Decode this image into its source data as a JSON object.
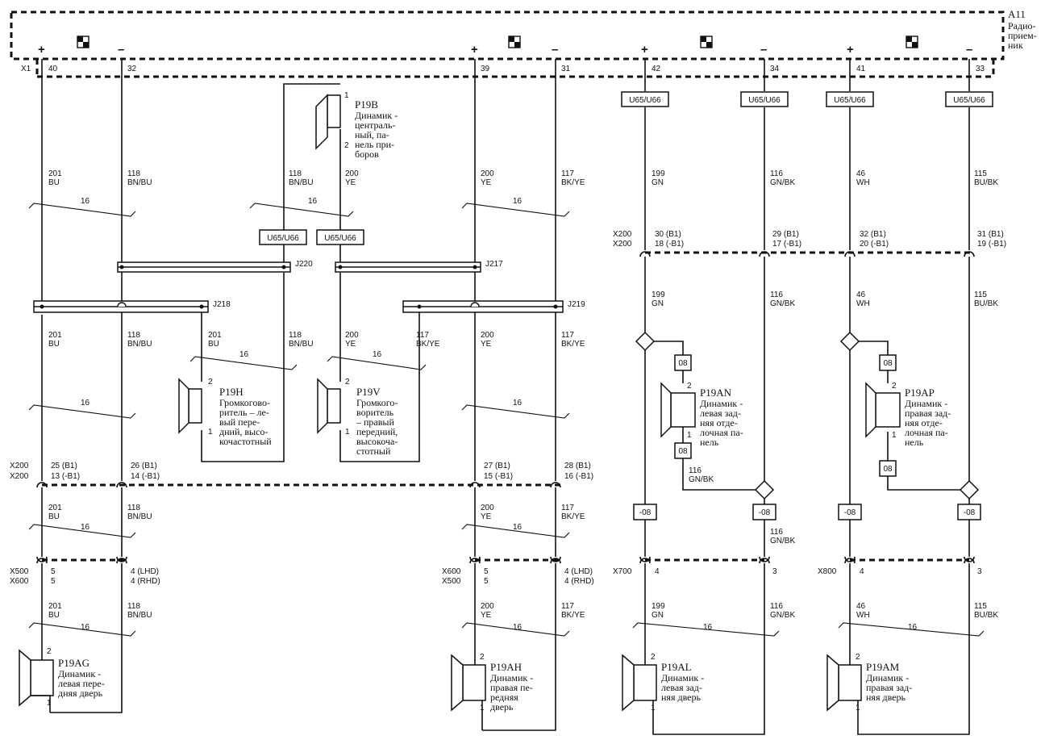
{
  "module": {
    "ref": "A11",
    "name_lines": [
      "Радио-",
      "прием-",
      "ник"
    ],
    "connector": "X1"
  },
  "outputs": [
    {
      "plus": "+",
      "minus": "–",
      "plus_pin": "40",
      "minus_pin": "32"
    },
    {
      "plus": "+",
      "minus": "–",
      "plus_pin": "39",
      "minus_pin": "31"
    },
    {
      "plus": "+",
      "minus": "–",
      "plus_pin": "42",
      "minus_pin": "34"
    },
    {
      "plus": "+",
      "minus": "–",
      "plus_pin": "41",
      "minus_pin": "33"
    }
  ],
  "wires": {
    "w201": {
      "num": "201",
      "color": "BU"
    },
    "w118": {
      "num": "118",
      "color": "BN/BU"
    },
    "w200": {
      "num": "200",
      "color": "YE"
    },
    "w117": {
      "num": "117",
      "color": "BK/YE"
    },
    "w199": {
      "num": "199",
      "color": "GN"
    },
    "w116": {
      "num": "116",
      "color": "GN/BK"
    },
    "w46": {
      "num": "46",
      "color": "WH"
    },
    "w115": {
      "num": "115",
      "color": "BU/BK"
    }
  },
  "twist": "16",
  "option_u": "U65/U66",
  "option_08": "08",
  "option_m08": "-08",
  "splices": {
    "j220": "J220",
    "j217": "J217",
    "j218": "J218",
    "j219": "J219"
  },
  "connectors": {
    "x200": "X200",
    "x500": "X500",
    "x600": "X600",
    "x700": "X700",
    "x800": "X800"
  },
  "pins": {
    "p25": "25 (B1)",
    "p13": "13 (-B1)",
    "p26": "26 (B1)",
    "p14": "14 (-B1)",
    "p27": "27 (B1)",
    "p15": "15 (-B1)",
    "p28": "28 (B1)",
    "p16": "16 (-B1)",
    "p30": "30 (B1)",
    "p18": "18 (-B1)",
    "p29": "29 (B1)",
    "p17": "17 (-B1)",
    "p32": "32 (B1)",
    "p20": "20 (-B1)",
    "p31": "31 (B1)",
    "p19": "19 (-B1)",
    "n5": "5",
    "n4lhd": "4 (LHD)",
    "n4rhd": "4 (RHD)",
    "n4": "4",
    "n3": "3",
    "n1": "1",
    "n2": "2"
  },
  "speakers": {
    "p19b": {
      "ref": "P19B",
      "lines": [
        "Динамик -",
        "централь-",
        "ный, па-",
        "нель при-",
        "боров"
      ]
    },
    "p19h": {
      "ref": "P19H",
      "lines": [
        "Громкогово-",
        "ритель – ле-",
        "вый пере-",
        "дний, высо-",
        "кочастотный"
      ]
    },
    "p19v": {
      "ref": "P19V",
      "lines": [
        "Громкого-",
        "воритель",
        "– правый",
        "передний,",
        "высокоча-",
        "стотный"
      ]
    },
    "p19an": {
      "ref": "P19AN",
      "lines": [
        "Динамик -",
        "левая зад-",
        "няя отде-",
        "лочная па-",
        "нель"
      ]
    },
    "p19ap": {
      "ref": "P19AP",
      "lines": [
        "Динамик -",
        "правая зад-",
        "няя отде-",
        "лочная па-",
        "нель"
      ]
    },
    "p19ag": {
      "ref": "P19AG",
      "lines": [
        "Динамик -",
        "левая пере-",
        "дняя дверь"
      ]
    },
    "p19ah": {
      "ref": "P19AH",
      "lines": [
        "Динамик -",
        "правая пе-",
        "редняя",
        "дверь"
      ]
    },
    "p19al": {
      "ref": "P19AL",
      "lines": [
        "Динамик -",
        "левая зад-",
        "няя дверь"
      ]
    },
    "p19am": {
      "ref": "P19AM",
      "lines": [
        "Динамик -",
        "правая зад-",
        "няя дверь"
      ]
    }
  }
}
